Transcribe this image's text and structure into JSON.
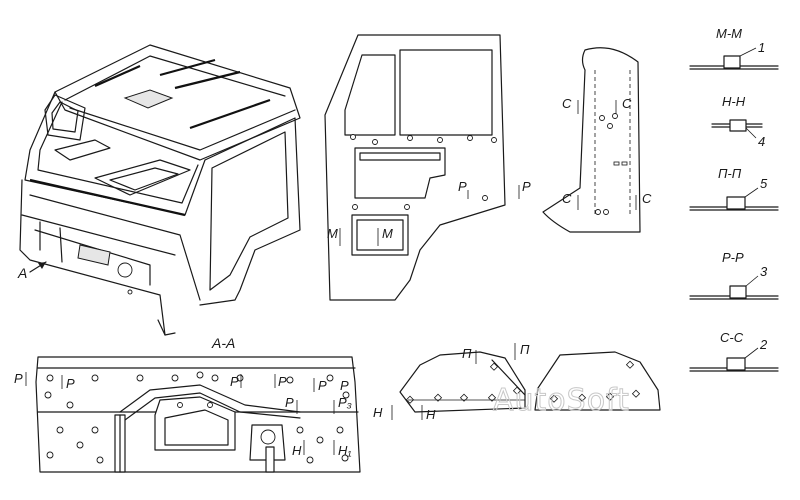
{
  "watermark": "AutoSoft",
  "view_label": "A-A",
  "view_arrow_label": "A",
  "sections": [
    {
      "title": "M-M",
      "callout": "1"
    },
    {
      "title": "H-H",
      "callout": "4"
    },
    {
      "title": "П-П",
      "callout": "5"
    },
    {
      "title": "P-P",
      "callout": "3"
    },
    {
      "title": "C-C",
      "callout": "2"
    }
  ],
  "marks": {
    "C": "C",
    "P": "P",
    "M": "M",
    "P_cyr": "П",
    "H": "H",
    "P_sub3": "P₃",
    "H_sub1": "H₁"
  }
}
